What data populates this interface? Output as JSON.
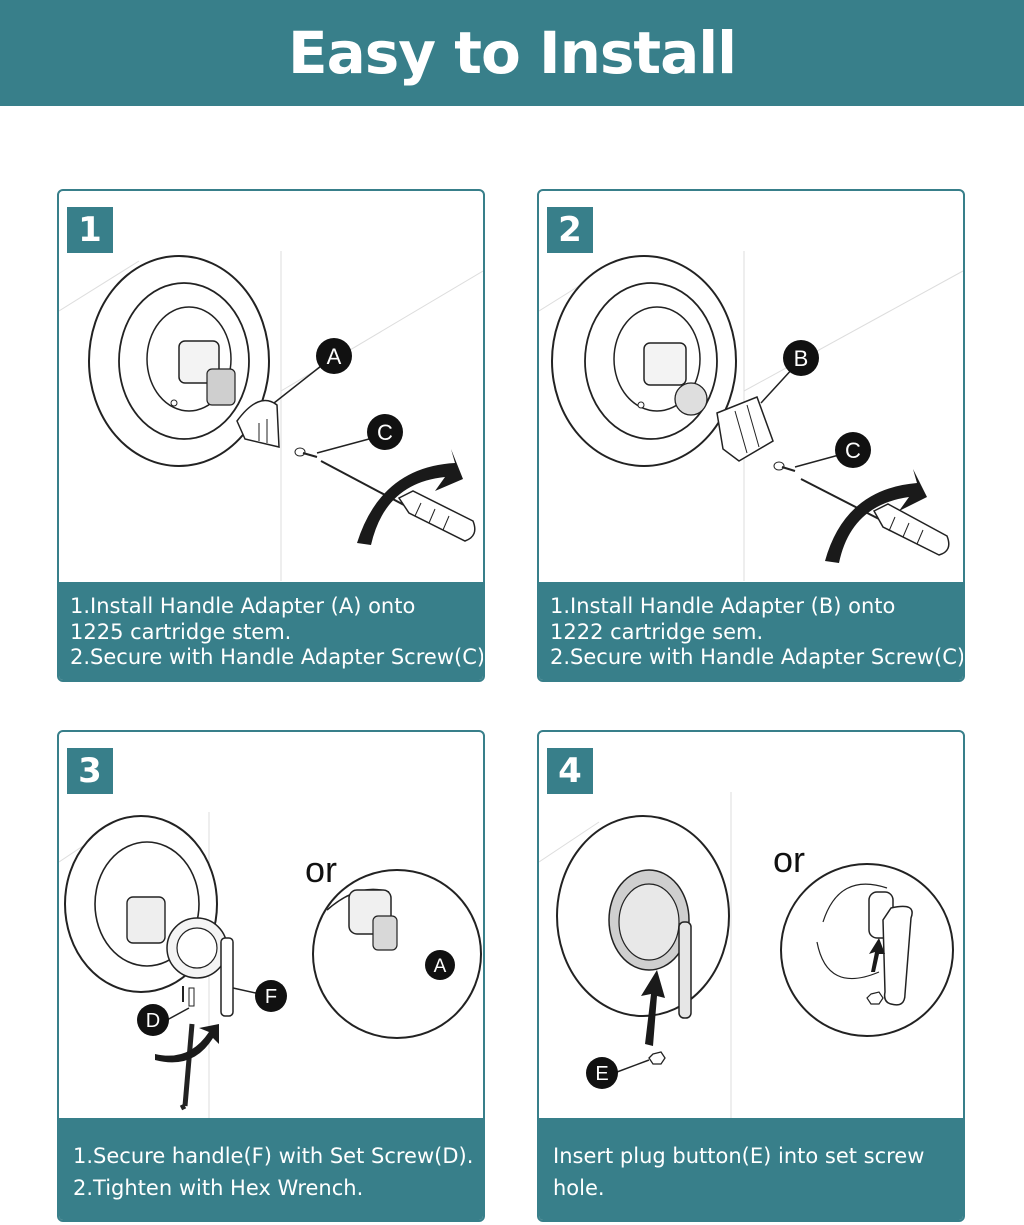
{
  "title": "Easy to Install",
  "steps": [
    {
      "number": "1",
      "callouts": [
        "A",
        "C"
      ],
      "lines": [
        "1.Install Handle Adapter (A) onto",
        "1225 cartridge stem.",
        "2.Secure with Handle Adapter Screw(C)."
      ]
    },
    {
      "number": "2",
      "callouts": [
        "B",
        "C"
      ],
      "lines": [
        "1.Install Handle Adapter (B) onto",
        "1222 cartridge sem.",
        "2.Secure with Handle Adapter Screw(C)."
      ]
    },
    {
      "number": "3",
      "alt_label": "or",
      "callouts": [
        "D",
        "F",
        "A"
      ],
      "lines": [
        "1.Secure handle(F) with Set Screw(D).",
        "2.Tighten with Hex Wrench."
      ]
    },
    {
      "number": "4",
      "alt_label": "or",
      "callouts": [
        "E"
      ],
      "lines": [
        "Insert plug button(E) into set screw",
        "hole."
      ]
    }
  ],
  "colors": {
    "accent": "#387f8a",
    "background": "#ffffff",
    "line_art": "#1a1a1a"
  },
  "icons": [
    "screwdriver-icon",
    "hex-wrench-icon",
    "curved-arrow-icon"
  ]
}
